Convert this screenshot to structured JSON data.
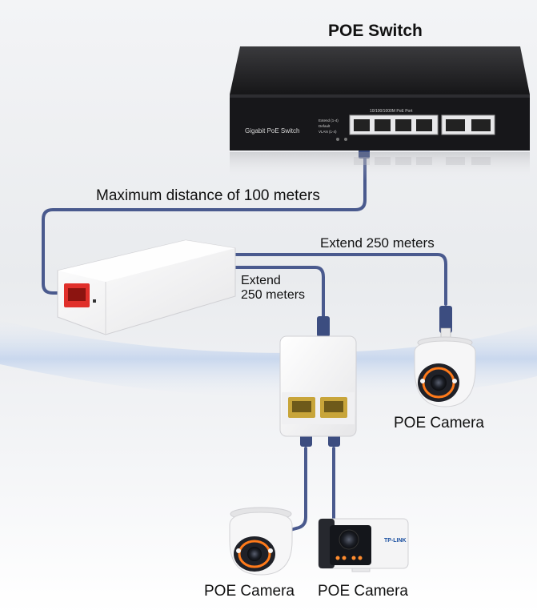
{
  "labels": {
    "switch_title": "POE Switch",
    "max_distance": "Maximum distance of 100 meters",
    "extend_right": "Extend 250 meters",
    "extend_down_line1": "Extend",
    "extend_down_line2": "250 meters",
    "camera_right": "POE Camera",
    "camera_bottom_left": "POE Camera",
    "camera_bottom_right": "POE Camera"
  },
  "switch_panel": {
    "brand": "Gigabit PoE Switch",
    "port_header": "10/100/1000M PoE Port",
    "mode_labels": [
      "Extend (1-4)",
      "Default",
      "VLAN (1-4)"
    ]
  },
  "bullet_camera_brand": "TP-LINK",
  "colors": {
    "cable": "#4a5a8e",
    "switch_body": "#1c1c1e",
    "extender_body": "#f7f7f7",
    "extender_port_red": "#e0302b",
    "splitter_port_gold": "#c8a53a",
    "camera_ring": "#ff7a1a"
  },
  "icons": [
    "poe-switch-icon",
    "poe-extender-icon",
    "poe-splitter-icon",
    "dome-camera-icon",
    "bullet-camera-icon"
  ]
}
